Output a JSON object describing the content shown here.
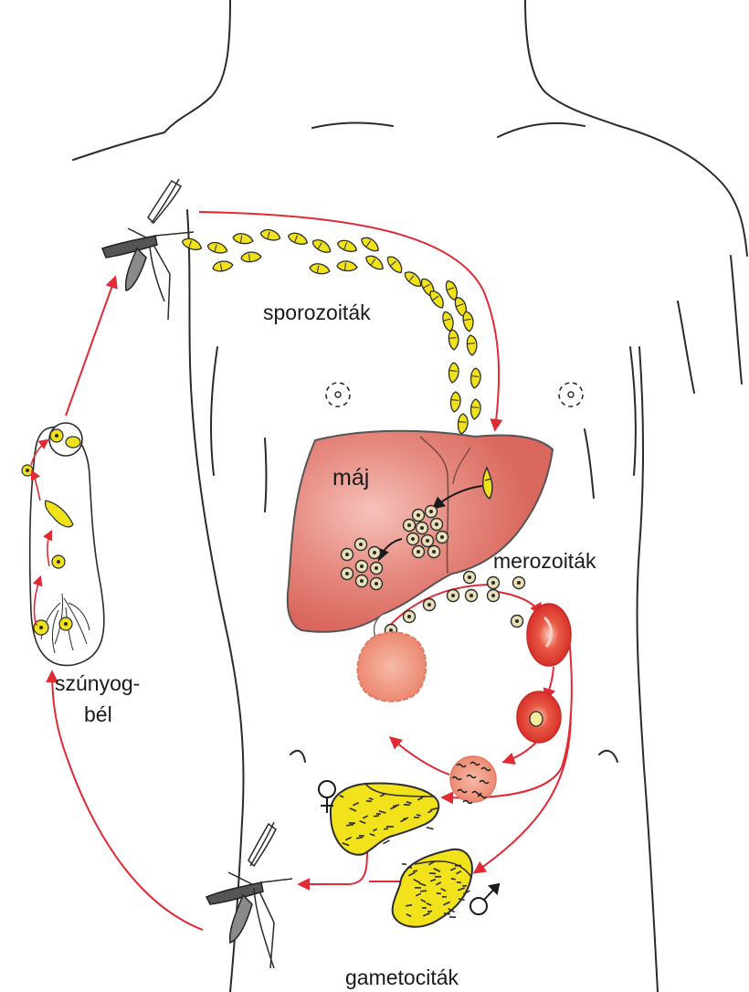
{
  "labels": {
    "sporozoites": "sporozoiták",
    "liver": "máj",
    "merozoites": "merozoiták",
    "mosquito_gut_line1": "szúnyog-",
    "mosquito_gut_line2": "bél",
    "gametocytes": "gametociták",
    "female_symbol": "♀",
    "male_symbol": "♂"
  },
  "colors": {
    "outline": "#2b2b2b",
    "arrow": "#e02a35",
    "liver_fill": "#e07b72",
    "liver_highlight": "#f2b3ab",
    "parasite_yellow": "#f0e21a",
    "rbc": "#e23b2f",
    "rbc_pale": "#f08c7a",
    "merozoite_fill": "#e9dfb8"
  },
  "icons": {
    "mosquito_top": "mosquito-icon",
    "mosquito_bottom": "mosquito-icon",
    "female": "female-symbol-icon",
    "male": "male-symbol-icon"
  }
}
